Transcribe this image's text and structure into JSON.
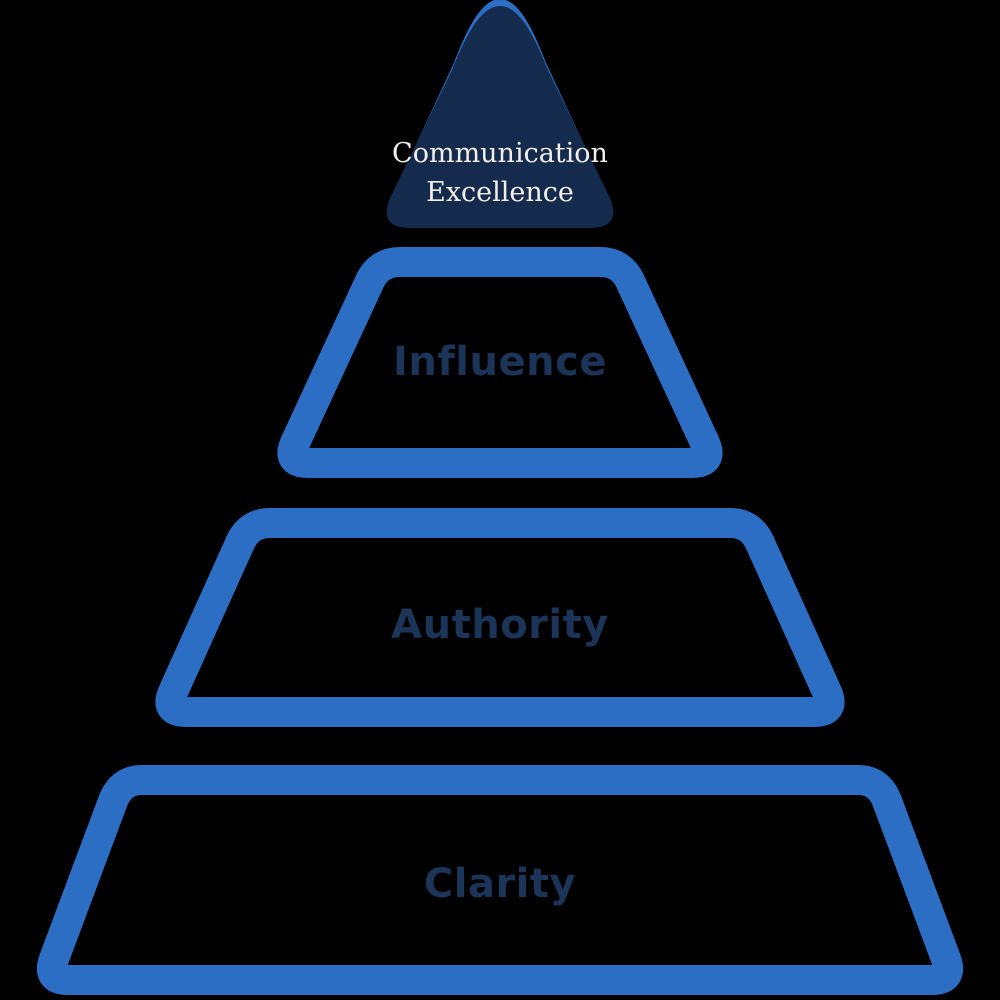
{
  "background_color": "#000000",
  "colors": {
    "blue": "#2b6ec3",
    "navy": "#142b4d",
    "label_text": "#1b3457",
    "apex_text": "#f2efe9"
  },
  "pyramid": {
    "apex": {
      "label_line1": "Communication",
      "label_line2": "Excellence"
    },
    "tiers": [
      {
        "label": "Influence"
      },
      {
        "label": "Authority"
      },
      {
        "label": "Clarity"
      }
    ]
  }
}
